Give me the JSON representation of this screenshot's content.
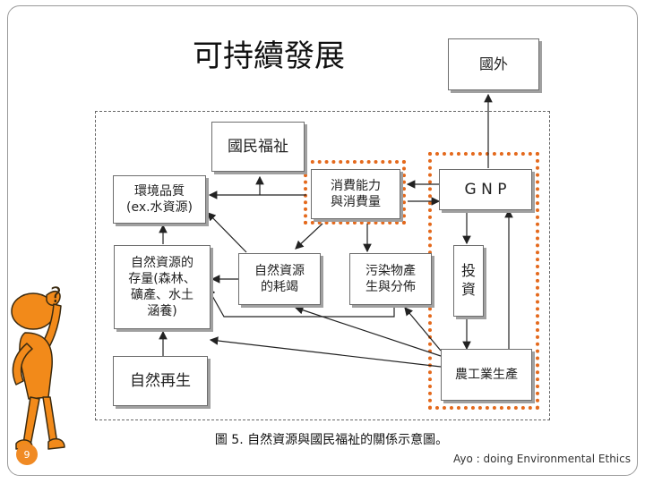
{
  "title": "可持續發展",
  "nodes": {
    "abroad": "國外",
    "welfare": "國民福祉",
    "env_quality_l1": "環境品質",
    "env_quality_l2": "(ex.水資源)",
    "consume_l1": "消費能力",
    "consume_l2": "與消費量",
    "gnp": "G N P",
    "stock_l1": "自然資源的",
    "stock_l2": "存量(森林、",
    "stock_l3": "礦產、水土",
    "stock_l4": "涵養)",
    "deplete_l1": "自然資源",
    "deplete_l2": "的耗竭",
    "pollute_l1": "污染物產",
    "pollute_l2": "生與分佈",
    "invest_l1": "投",
    "invest_l2": "資",
    "regen": "自然再生",
    "production": "農工業生產"
  },
  "caption": "圖 5. 自然資源與國民福祉的關係示意圖。",
  "credit": "Ayo : doing Environmental Ethics",
  "page_number": "9",
  "colors": {
    "highlight": "#e4691c",
    "figure": "#f28a1a"
  }
}
